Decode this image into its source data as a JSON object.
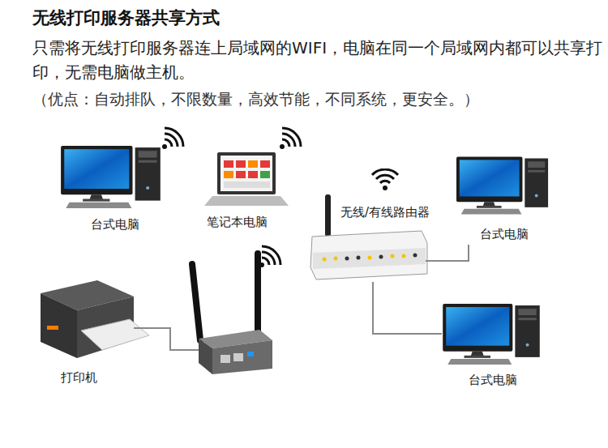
{
  "diagram": {
    "title": "无线打印服务器共享方式",
    "nodes": [
      {
        "text": [
          "台式电脑"
        ]
      },
      {
        "text": [
          "笔记本电脑"
        ]
      },
      {
        "text": [
          "无线/有线路由器"
        ]
      },
      {
        "text": [
          "台式电脑"
        ]
      },
      {
        "text": [
          "打印机"
        ]
      },
      {
        "text": [
          "台式电脑"
        ]
      }
    ],
    "edges": [
      {
        "from": 2,
        "to": 3,
        "arrow": "none"
      },
      {
        "from": 2,
        "to": 5,
        "arrow": "none"
      }
    ],
    "labels": [
      "只需将无线打印服务器连上局域网的WIFI，电脑在同一个局域网内都可以共享打印，无需电脑做主机。",
      "（优点：自动排队，不限数量，高效节能，不同系统，更安全。）"
    ]
  }
}
